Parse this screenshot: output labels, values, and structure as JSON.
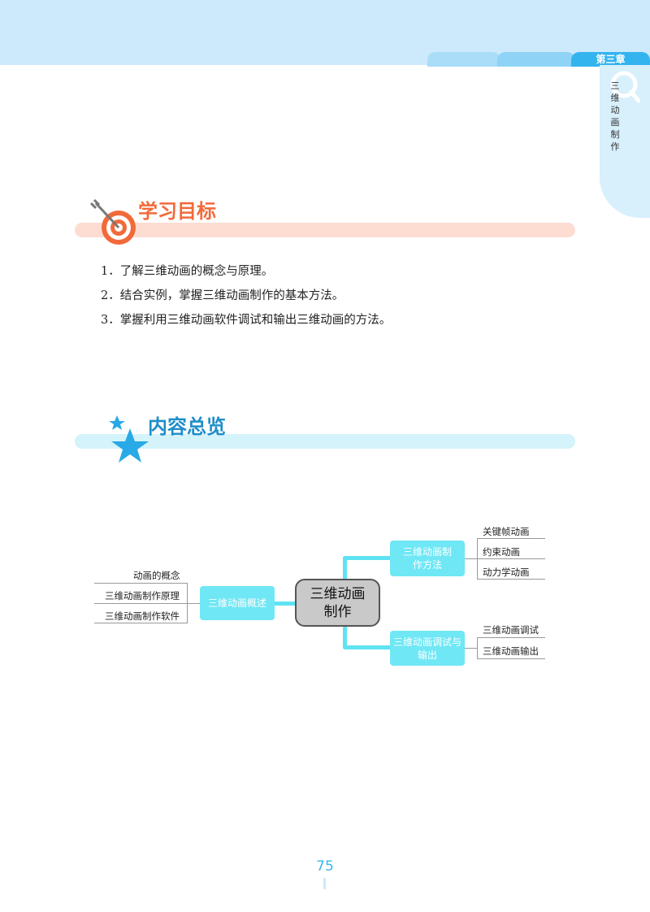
{
  "header": {
    "chapter": "第三章",
    "side_title": "三维动画制作"
  },
  "sections": {
    "goals_title": "学习目标",
    "overview_title": "内容总览"
  },
  "goals": [
    "1．了解三维动画的概念与原理。",
    "2．结合实例，掌握三维动画制作的基本方法。",
    "3．掌握利用三维动画软件调试和输出三维动画的方法。"
  ],
  "mindmap": {
    "center": "三维动画制作",
    "left_node": "三维动画概述",
    "left_leaves": [
      "动画的概念",
      "三维动画制作原理",
      "三维动画制作软件"
    ],
    "right_top_node": "三维动画制作方法",
    "right_top_leaves": [
      "关键帧动画",
      "约束动画",
      "动力学动画"
    ],
    "right_bottom_node": "三维动画调试与输出",
    "right_bottom_leaves": [
      "三维动画调试",
      "三维动画输出"
    ]
  },
  "page_number": "75",
  "colors": {
    "accent_blue": "#33b4ef",
    "goal_orange": "#f26a3a",
    "overview_blue": "#1f8ec9",
    "node_cyan": "#6fe7f5"
  }
}
